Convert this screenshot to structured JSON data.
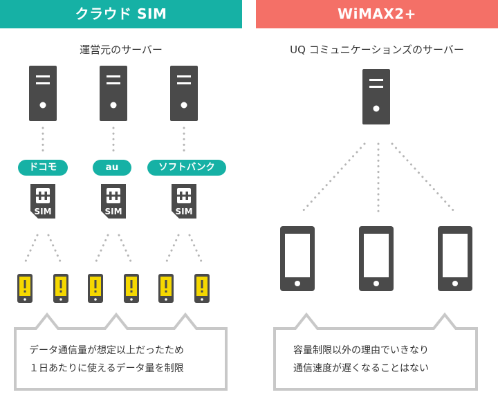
{
  "left": {
    "header": "クラウド SIM",
    "header_color": "#16b1a5",
    "subtitle": "運営元のサーバー",
    "carriers": [
      "ドコモ",
      "au",
      "ソフトバンク"
    ],
    "sim_label": "SIM",
    "message": [
      "データ通信量が想定以上だったため",
      "１日あたりに使えるデータ量を制限"
    ],
    "warning_glyph": "!"
  },
  "right": {
    "header": "WiMAX2+",
    "header_color": "#f47067",
    "subtitle": "UQ コミュニケーションズのサーバー",
    "message": [
      "容量制限以外の理由でいきなり",
      "通信速度が遅くなることはない"
    ]
  },
  "colors": {
    "dark": "#4a4a4a",
    "warn": "#f5d800",
    "dots": "#b5b5b5",
    "bubble_border": "#c8c8c8"
  },
  "icons": [
    "server-icon",
    "sim-card-icon",
    "smartphone-icon",
    "warning-phone-icon"
  ]
}
